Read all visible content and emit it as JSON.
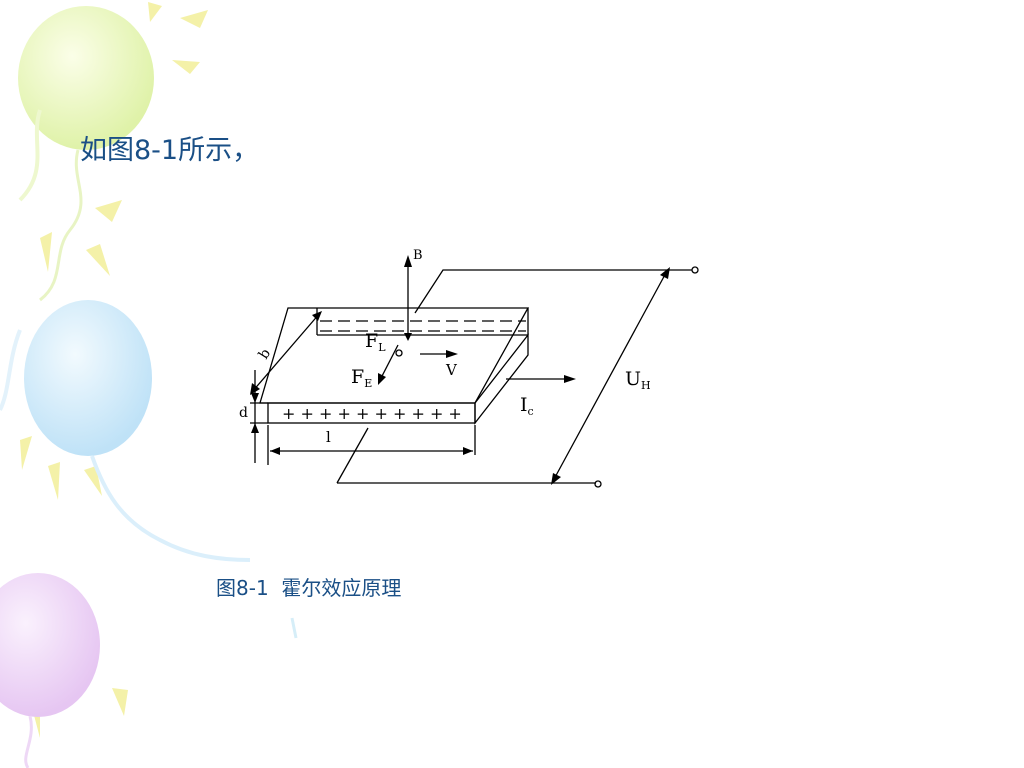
{
  "slide": {
    "heading": "如图8-1所示，",
    "caption": "图8-1  霍尔效应原理",
    "text_color": "#1a4f86"
  },
  "figure": {
    "labels": {
      "B": "B",
      "F_main": "F",
      "F_L_sub": "L",
      "F_E_sub": "E",
      "V": "V",
      "I_main": "I",
      "I_sub": "c",
      "U_main": "U",
      "U_sub": "H",
      "b": "b",
      "d": "d",
      "l": "l",
      "charges": "+ + + + + + +  + + +"
    }
  },
  "decor": {
    "balloon_colors": [
      "#e6f5b5",
      "#cfe9f9",
      "#ecd3f5"
    ],
    "ray_color": "#f3f0a0"
  }
}
